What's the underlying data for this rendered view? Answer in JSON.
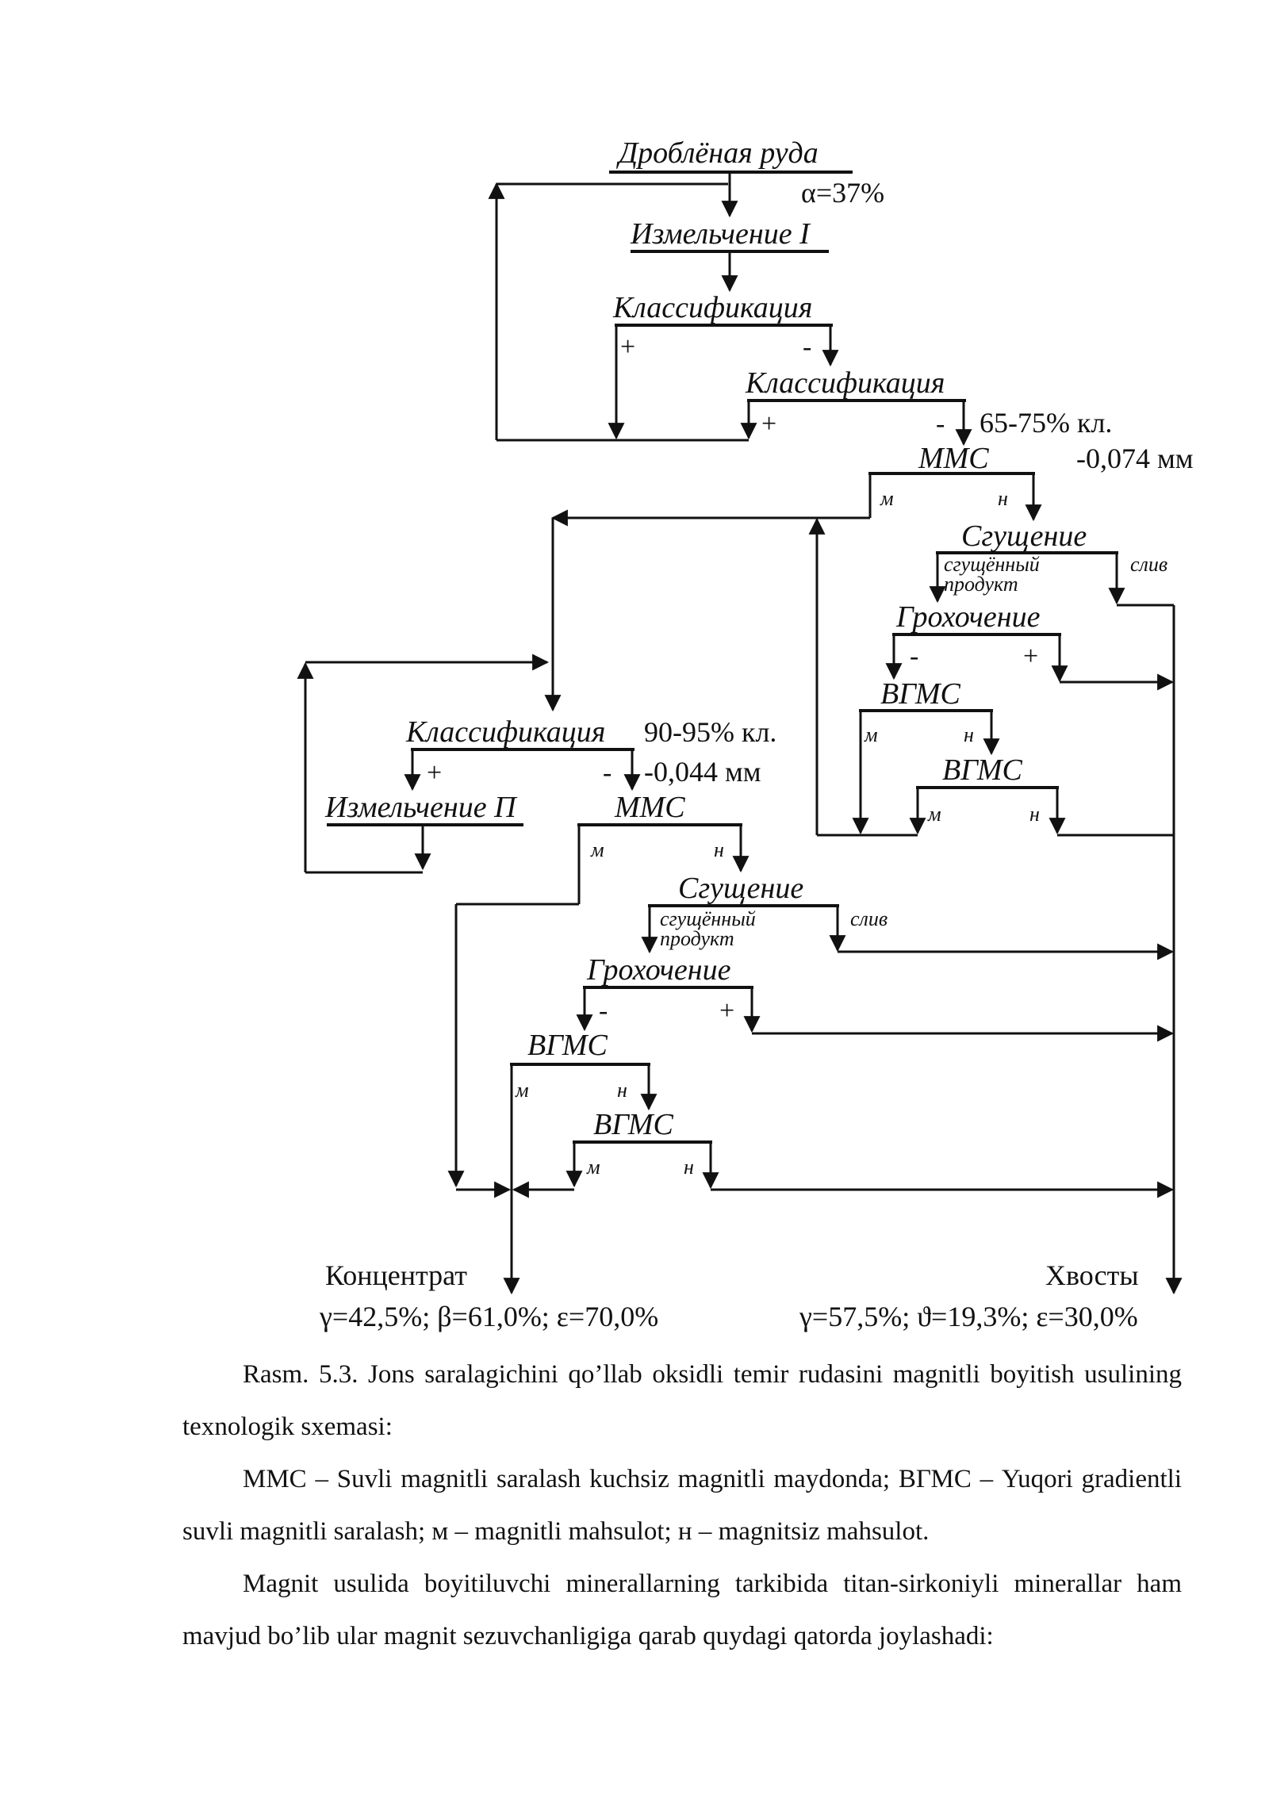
{
  "diagram": {
    "ore": "Дроблёная руда",
    "alpha": "α=37%",
    "grind1": "Измельчение I",
    "class1": "Классификация",
    "class2": "Классификация",
    "plus": "+",
    "minus": "-",
    "fines1": "65-75% кл.",
    "fines1_size": "-0,074 мм",
    "mms1": "ММС",
    "m": "м",
    "n": "н",
    "thick1": "Сгущение",
    "thick_prod": "сгущённый",
    "thick_prod2": "продукт",
    "overflow": "слив",
    "screen1": "Грохочение",
    "vgms1": "ВГМС",
    "vgms2": "ВГМС",
    "class3": "Классификация",
    "fines2": "90-95% кл.",
    "fines2_size": "-0,044 мм",
    "grind2": "Измельчение П",
    "mms2": "ММС",
    "thick2": "Сгущение",
    "screen2": "Грохочение",
    "vgms3": "ВГМС",
    "vgms4": "ВГМС",
    "concentrate": "Концентрат",
    "concentrate_stats": "γ=42,5%; β=61,0%; ε=70,0%",
    "tails": "Хвосты",
    "tails_stats": "γ=57,5%; ϑ=19,3%; ε=30,0%"
  },
  "text": {
    "caption": "Rasm. 5.3. Jons saralagichini qo’llab oksidli temir rudasini magnitli boyitish usulining texnologik sxemasi:",
    "legend": "ММС – Suvli magnitli saralash kuchsiz magnitli maydonda; ВГМС – Yuqori gradientli suvli magnitli saralash; м – magnitli mahsulot; н – magnitsiz mahsulot.",
    "body": "Magnit usulida boyitiluvchi minerallarning tarkibida titan-sirkoniyli minerallar ham mavjud bo’lib ular magnit sezuvchanligiga qarab quydagi qatorda joylashadi:"
  }
}
